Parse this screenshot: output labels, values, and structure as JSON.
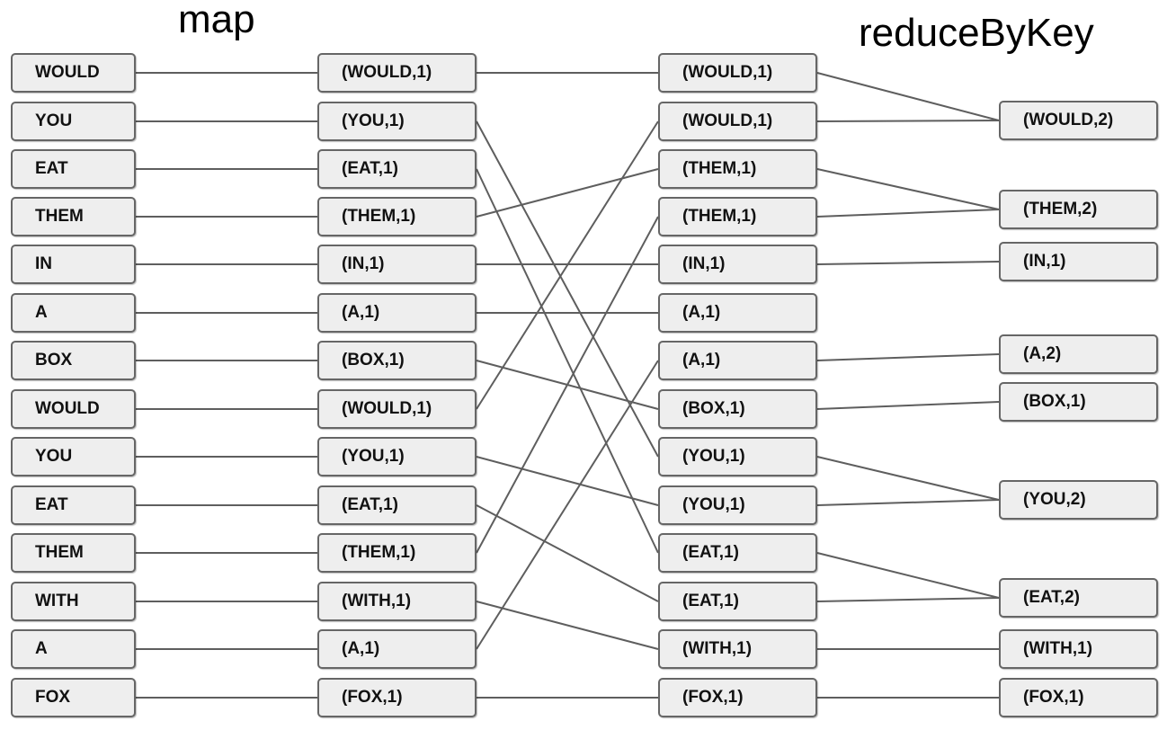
{
  "titles": {
    "map": "map",
    "reduce": "reduceByKey"
  },
  "columns": {
    "input": [
      "WOULD",
      "YOU",
      "EAT",
      "THEM",
      "IN",
      "A",
      "BOX",
      "WOULD",
      "YOU",
      "EAT",
      "THEM",
      "WITH",
      "A",
      "FOX"
    ],
    "mapped": [
      "(WOULD,1)",
      "(YOU,1)",
      "(EAT,1)",
      "(THEM,1)",
      "(IN,1)",
      "(A,1)",
      "(BOX,1)",
      "(WOULD,1)",
      "(YOU,1)",
      "(EAT,1)",
      "(THEM,1)",
      "(WITH,1)",
      "(A,1)",
      "(FOX,1)"
    ],
    "shuffled": [
      "(WOULD,1)",
      "(WOULD,1)",
      "(THEM,1)",
      "(THEM,1)",
      "(IN,1)",
      "(A,1)",
      "(A,1)",
      "(BOX,1)",
      "(YOU,1)",
      "(YOU,1)",
      "(EAT,1)",
      "(EAT,1)",
      "(WITH,1)",
      "(FOX,1)"
    ],
    "reduced": [
      "(WOULD,2)",
      "(THEM,2)",
      "(IN,1)",
      "(A,2)",
      "(BOX,1)",
      "(YOU,2)",
      "(EAT,2)",
      "(WITH,1)",
      "(FOX,1)"
    ]
  },
  "edges": {
    "input_to_mapped": [
      [
        0,
        0
      ],
      [
        1,
        1
      ],
      [
        2,
        2
      ],
      [
        3,
        3
      ],
      [
        4,
        4
      ],
      [
        5,
        5
      ],
      [
        6,
        6
      ],
      [
        7,
        7
      ],
      [
        8,
        8
      ],
      [
        9,
        9
      ],
      [
        10,
        10
      ],
      [
        11,
        11
      ],
      [
        12,
        12
      ],
      [
        13,
        13
      ]
    ],
    "mapped_to_shuffled": [
      [
        0,
        0
      ],
      [
        7,
        1
      ],
      [
        3,
        2
      ],
      [
        10,
        3
      ],
      [
        4,
        4
      ],
      [
        5,
        5
      ],
      [
        12,
        6
      ],
      [
        6,
        7
      ],
      [
        1,
        8
      ],
      [
        8,
        9
      ],
      [
        2,
        10
      ],
      [
        9,
        11
      ],
      [
        11,
        12
      ],
      [
        13,
        13
      ]
    ],
    "shuffled_to_reduced": [
      [
        0,
        0
      ],
      [
        1,
        0
      ],
      [
        2,
        1
      ],
      [
        3,
        1
      ],
      [
        4,
        2
      ],
      [
        6,
        3
      ],
      [
        7,
        4
      ],
      [
        8,
        5
      ],
      [
        9,
        5
      ],
      [
        10,
        6
      ],
      [
        11,
        6
      ],
      [
        12,
        7
      ],
      [
        13,
        8
      ]
    ]
  }
}
